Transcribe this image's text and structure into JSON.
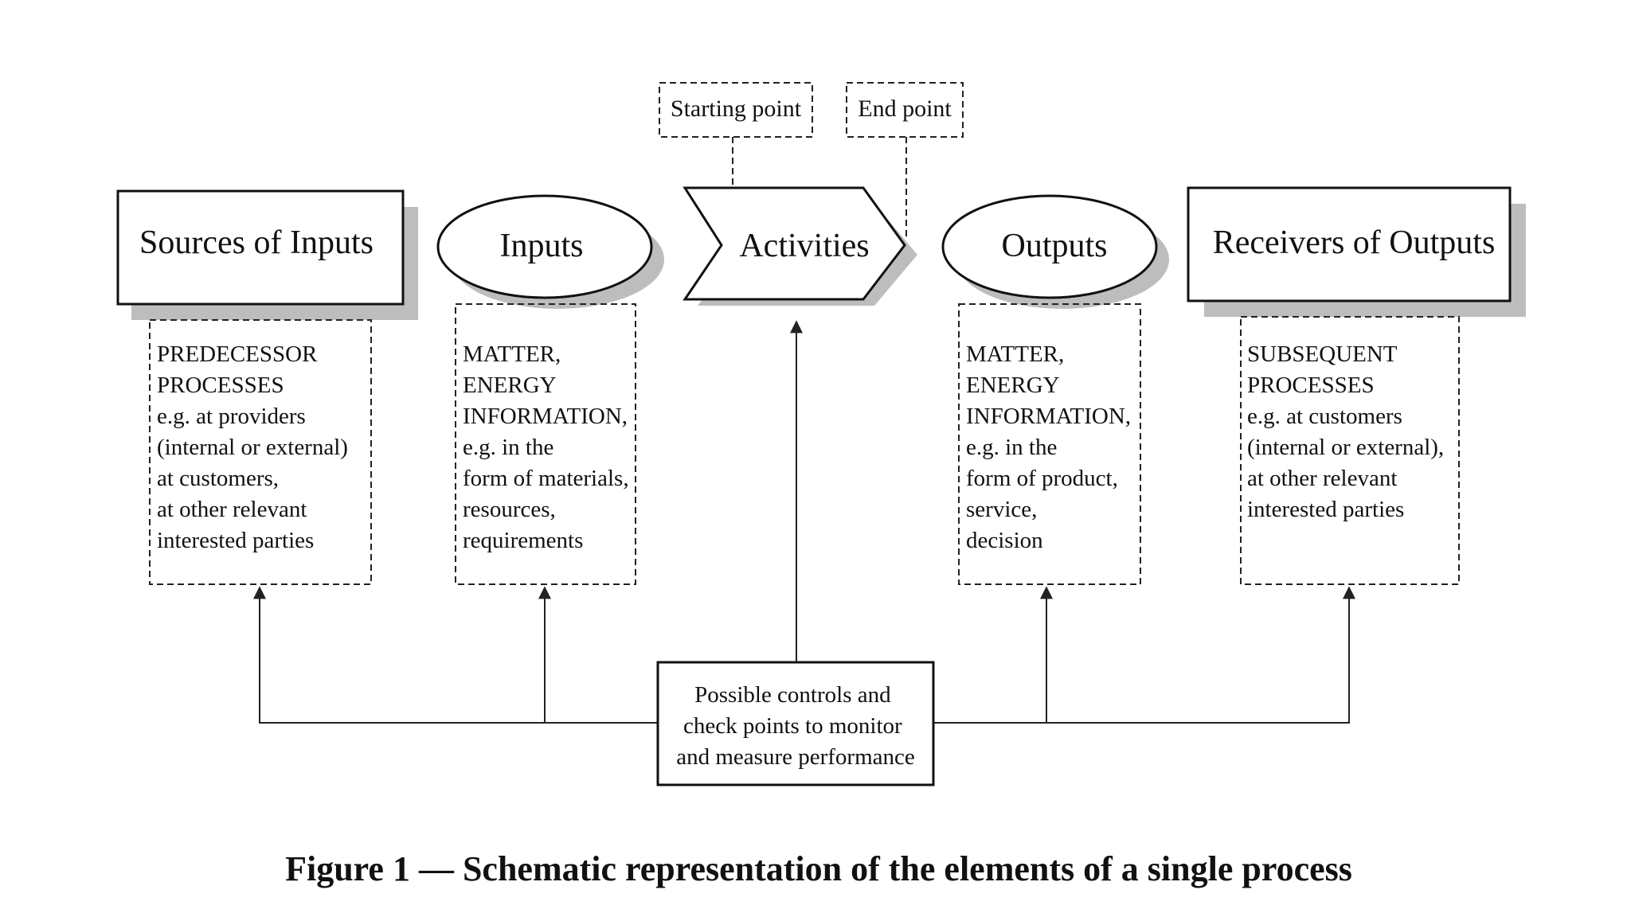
{
  "nodes": {
    "sources": "Sources of Inputs",
    "inputs": "Inputs",
    "activities": "Activities",
    "outputs": "Outputs",
    "receivers": "Receivers of Outputs"
  },
  "markers": {
    "start": "Starting point",
    "end": "End point"
  },
  "descriptions": {
    "sources": [
      "PREDECESSOR",
      "PROCESSES",
      "e.g. at providers",
      "(internal or external)",
      "at customers,",
      "at other relevant",
      "interested parties"
    ],
    "inputs": [
      "MATTER,",
      "ENERGY",
      "INFORMATION,",
      "e.g. in the",
      "form of materials,",
      "resources,",
      "requirements"
    ],
    "outputs": [
      "MATTER,",
      "ENERGY",
      "INFORMATION,",
      "e.g. in the",
      "form of product,",
      "service,",
      "decision"
    ],
    "receivers": [
      "SUBSEQUENT",
      "PROCESSES",
      "e.g. at customers",
      "(internal or external),",
      "at other relevant",
      "interested parties"
    ]
  },
  "controls": [
    "Possible controls and",
    "check points to monitor",
    "and measure performance"
  ],
  "caption": "Figure 1 — Schematic representation of the elements of a single process"
}
